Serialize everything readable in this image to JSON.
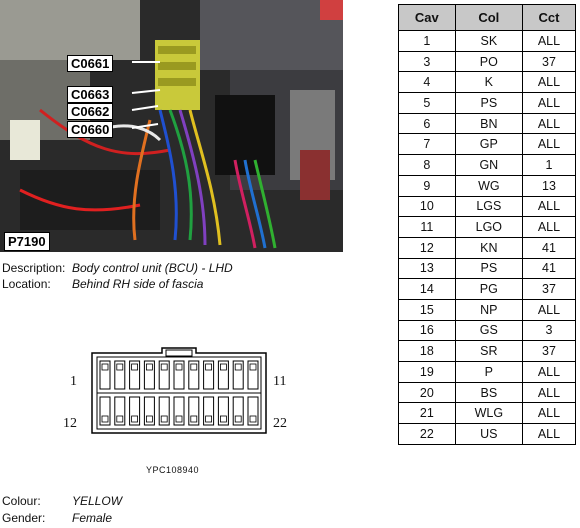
{
  "photo": {
    "id_label": "P7190",
    "callouts": [
      "C0661",
      "C0663",
      "C0662",
      "C0660"
    ]
  },
  "description": {
    "label": "Description:",
    "value": "Body control unit (BCU) - LHD"
  },
  "location": {
    "label": "Location:",
    "value": "Behind RH side of fascia"
  },
  "connector": {
    "pin_labels": {
      "top_left": "1",
      "top_right": "11",
      "bottom_left": "12",
      "bottom_right": "22"
    },
    "part_number": "YPC108940",
    "colour_label": "Colour:",
    "colour_value": "YELLOW",
    "gender_label": "Gender:",
    "gender_value": "Female"
  },
  "table": {
    "headers": [
      "Cav",
      "Col",
      "Cct"
    ],
    "rows": [
      [
        "1",
        "SK",
        "ALL"
      ],
      [
        "3",
        "PO",
        "37"
      ],
      [
        "4",
        "K",
        "ALL"
      ],
      [
        "5",
        "PS",
        "ALL"
      ],
      [
        "6",
        "BN",
        "ALL"
      ],
      [
        "7",
        "GP",
        "ALL"
      ],
      [
        "8",
        "GN",
        "1"
      ],
      [
        "9",
        "WG",
        "13"
      ],
      [
        "10",
        "LGS",
        "ALL"
      ],
      [
        "11",
        "LGO",
        "ALL"
      ],
      [
        "12",
        "KN",
        "41"
      ],
      [
        "13",
        "PS",
        "41"
      ],
      [
        "14",
        "PG",
        "37"
      ],
      [
        "15",
        "NP",
        "ALL"
      ],
      [
        "16",
        "GS",
        "3"
      ],
      [
        "18",
        "SR",
        "37"
      ],
      [
        "19",
        "P",
        "ALL"
      ],
      [
        "20",
        "BS",
        "ALL"
      ],
      [
        "21",
        "WLG",
        "ALL"
      ],
      [
        "22",
        "US",
        "ALL"
      ]
    ]
  }
}
